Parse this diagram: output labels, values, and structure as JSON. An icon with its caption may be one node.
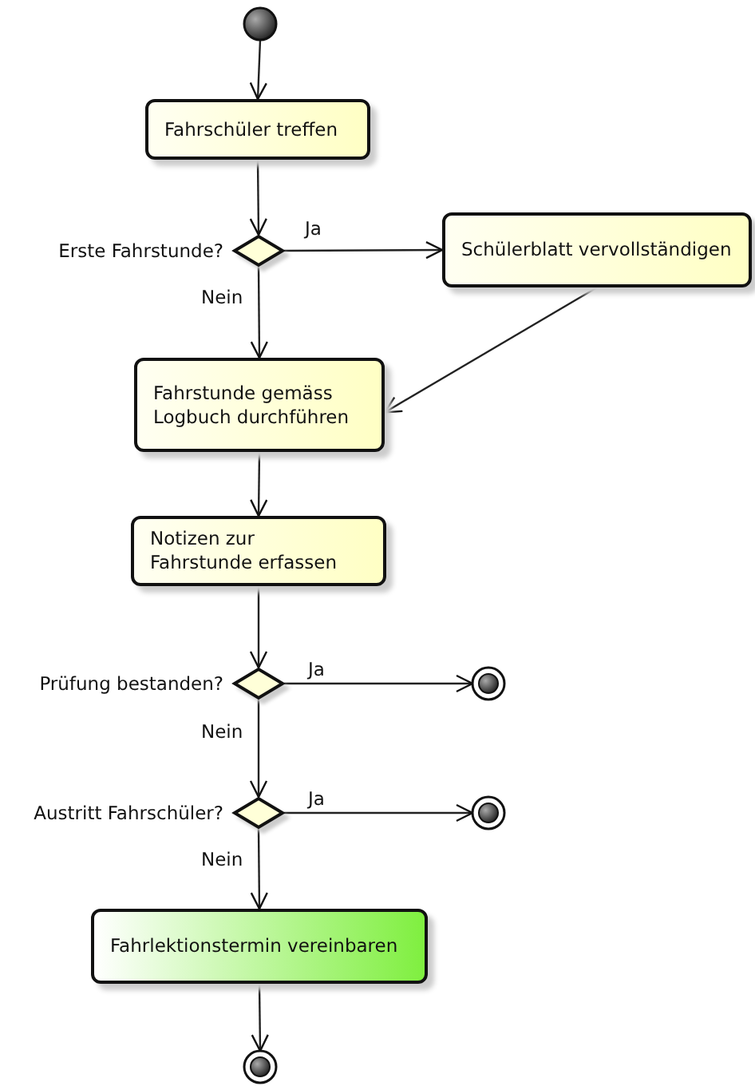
{
  "diagram": {
    "nodes": [
      {
        "text": [],
        "shape": "circle"
      },
      {
        "text": [
          "Fahrschüler treffen"
        ]
      },
      {
        "text": [
          "Erste Fahrstunde?"
        ]
      },
      {
        "text": [
          "Schülerblatt vervollständigen"
        ]
      },
      {
        "text": [
          "Fahrstunde gemäss Logbuch durchführen"
        ]
      },
      {
        "text": [
          "Notizen zur Fahrstunde erfassen"
        ]
      },
      {
        "text": [
          "Prüfung bestanden?"
        ]
      },
      {
        "text": [],
        "shape": "circle"
      },
      {
        "text": [
          "Austritt Fahrschüler?"
        ]
      },
      {
        "text": [],
        "shape": "circle"
      },
      {
        "text": [
          "Fahrlektionstermin vereinbaren"
        ]
      },
      {
        "text": [],
        "shape": "circle"
      }
    ],
    "edges": [
      {
        "from": 0,
        "to": 1,
        "arrow": "to"
      },
      {
        "from": 1,
        "to": 2,
        "arrow": "to"
      },
      {
        "from": 2,
        "to": 3,
        "arrow": "to",
        "label": "Ja"
      },
      {
        "from": 2,
        "to": 4,
        "arrow": "to",
        "label": "Nein"
      },
      {
        "from": 3,
        "to": 4,
        "arrow": "to"
      },
      {
        "from": 4,
        "to": 5,
        "arrow": "to"
      },
      {
        "from": 5,
        "to": 6,
        "arrow": "to"
      },
      {
        "from": 6,
        "to": 7,
        "arrow": "to",
        "label": "Ja"
      },
      {
        "from": 6,
        "to": 8,
        "arrow": "to",
        "label": "Nein"
      },
      {
        "from": 8,
        "to": 9,
        "arrow": "to",
        "label": "Ja"
      },
      {
        "from": 8,
        "to": 10,
        "arrow": "to",
        "label": "Nein"
      },
      {
        "from": 10,
        "to": 11,
        "arrow": "to"
      }
    ]
  }
}
